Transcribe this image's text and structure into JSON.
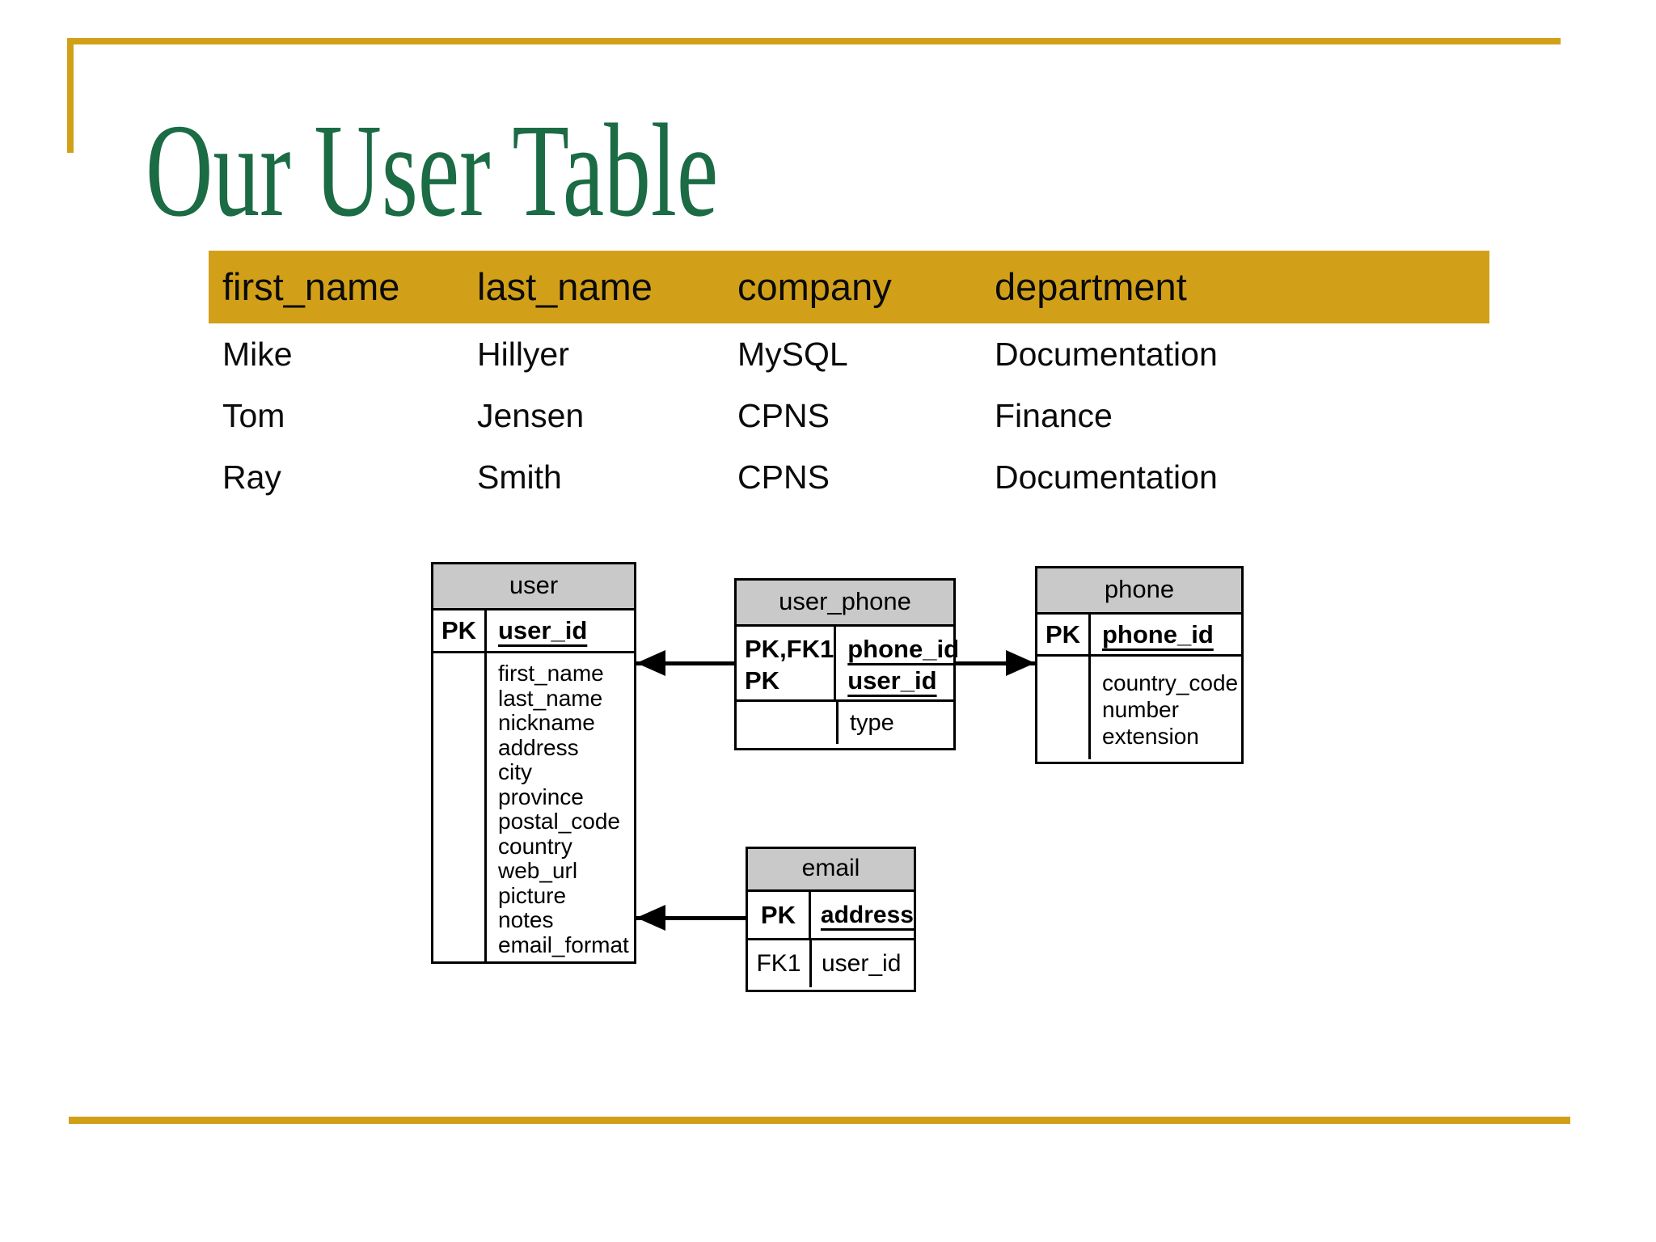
{
  "title": "Our User Table",
  "colors": {
    "accent_gold": "#D2A018",
    "title_green": "#1B6B45",
    "er_header_gray": "#C9C9C9",
    "text_black": "#000000"
  },
  "data_table": {
    "headers": [
      "first_name",
      "last_name",
      "company",
      "department"
    ],
    "rows": [
      [
        "Mike",
        "Hillyer",
        "MySQL",
        "Documentation"
      ],
      [
        "Tom",
        "Jensen",
        "CPNS",
        "Finance"
      ],
      [
        "Ray",
        "Smith",
        "CPNS",
        "Documentation"
      ]
    ]
  },
  "er_diagram": {
    "user": {
      "title": "user",
      "pk_label": "PK",
      "pk_attr": "user_id",
      "attributes": [
        "first_name",
        "last_name",
        "nickname",
        "address",
        "city",
        "province",
        "postal_code",
        "country",
        "web_url",
        "picture",
        "notes",
        "email_format"
      ]
    },
    "user_phone": {
      "title": "user_phone",
      "key_label_line1": "PK,FK1",
      "key_label_line2": "PK",
      "key_attr_line1": "phone_id",
      "key_attr_line2": "user_id",
      "attribute": "type"
    },
    "phone": {
      "title": "phone",
      "pk_label": "PK",
      "pk_attr": "phone_id",
      "attributes": [
        "country_code",
        "number",
        "extension"
      ]
    },
    "email": {
      "title": "email",
      "pk_label": "PK",
      "pk_attr": "address",
      "fk_label": "FK1",
      "fk_attr": "user_id"
    },
    "relationships": [
      "user_phone.user_id references user.user_id",
      "user_phone.phone_id references phone.phone_id",
      "email.user_id references user.user_id"
    ]
  }
}
